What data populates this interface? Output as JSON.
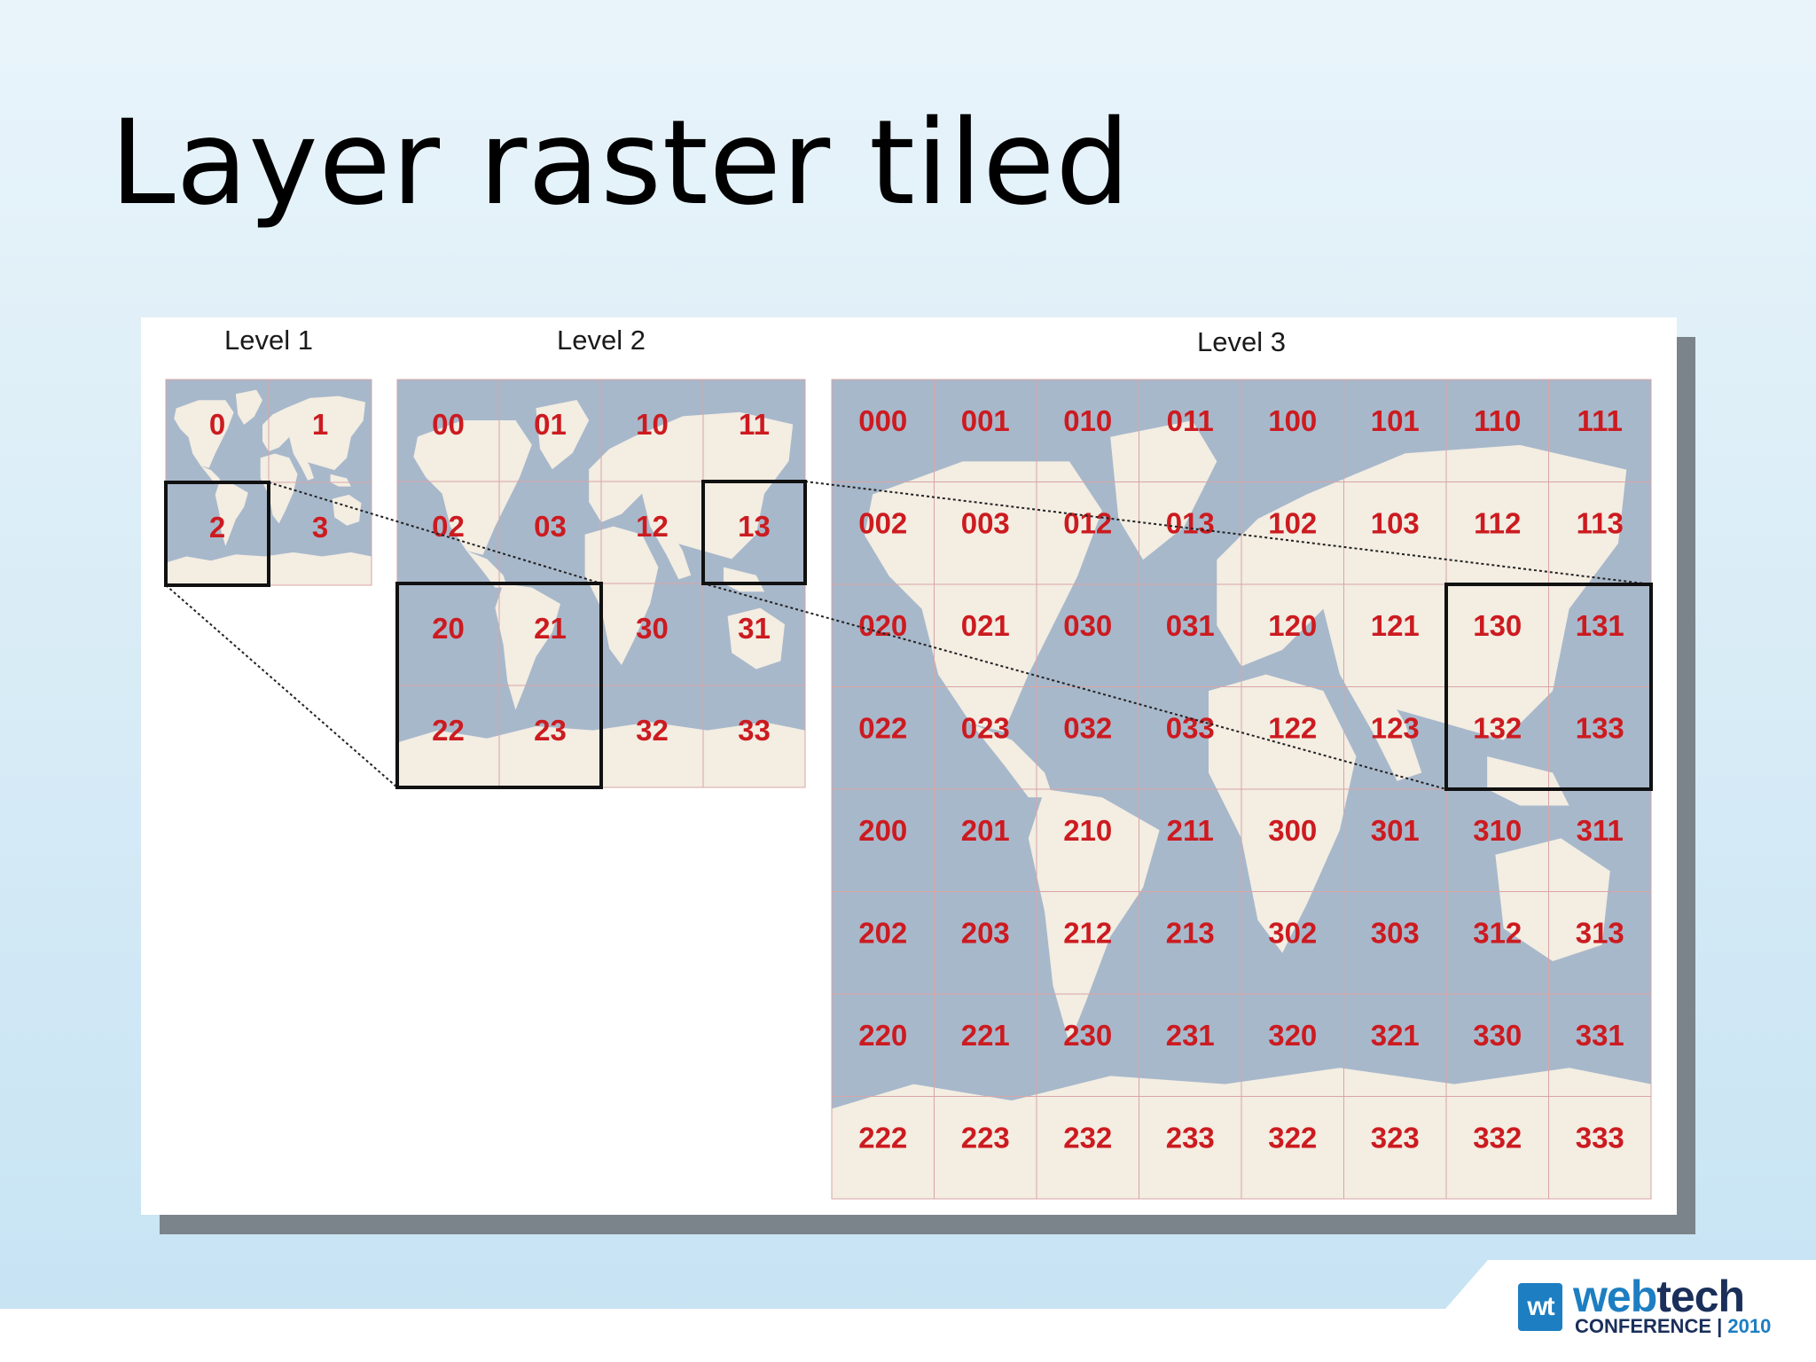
{
  "slide": {
    "title": "Layer raster tiled"
  },
  "diagram": {
    "levels": [
      {
        "name": "Level 1",
        "rows": [
          [
            "0",
            "1"
          ],
          [
            "2",
            "3"
          ]
        ]
      },
      {
        "name": "Level 2",
        "rows": [
          [
            "00",
            "01",
            "10",
            "11"
          ],
          [
            "02",
            "03",
            "12",
            "13"
          ],
          [
            "20",
            "21",
            "30",
            "31"
          ],
          [
            "22",
            "23",
            "32",
            "33"
          ]
        ]
      },
      {
        "name": "Level 3",
        "rows": [
          [
            "000",
            "001",
            "010",
            "011",
            "100",
            "101",
            "110",
            "111"
          ],
          [
            "002",
            "003",
            "012",
            "013",
            "102",
            "103",
            "112",
            "113"
          ],
          [
            "020",
            "021",
            "030",
            "031",
            "120",
            "121",
            "130",
            "131"
          ],
          [
            "022",
            "023",
            "032",
            "033",
            "122",
            "123",
            "132",
            "133"
          ],
          [
            "200",
            "201",
            "210",
            "211",
            "300",
            "301",
            "310",
            "311"
          ],
          [
            "202",
            "203",
            "212",
            "213",
            "302",
            "303",
            "312",
            "313"
          ],
          [
            "220",
            "221",
            "230",
            "231",
            "320",
            "321",
            "330",
            "331"
          ],
          [
            "222",
            "223",
            "232",
            "233",
            "322",
            "323",
            "332",
            "333"
          ]
        ]
      }
    ],
    "zoom_links": [
      {
        "from_level": "Level 1",
        "from_tile": "2",
        "to_level": "Level 2",
        "to_tiles": [
          "20",
          "21",
          "22",
          "23"
        ]
      },
      {
        "from_level": "Level 2",
        "from_tile": "13",
        "to_level": "Level 3",
        "to_tiles": [
          "130",
          "131",
          "132",
          "133"
        ]
      }
    ],
    "colors": {
      "water": "#a8b8cb",
      "land": "#f3ede2",
      "tile_label": "#cc1b20",
      "grid_line": "#d9a5a5",
      "highlight_box": "#111111"
    }
  },
  "branding": {
    "logo_mark": "wt",
    "logo_word_a": "web",
    "logo_word_b": "tech",
    "logo_sub_a": "CONFERENCE",
    "logo_sub_b": "2010"
  }
}
